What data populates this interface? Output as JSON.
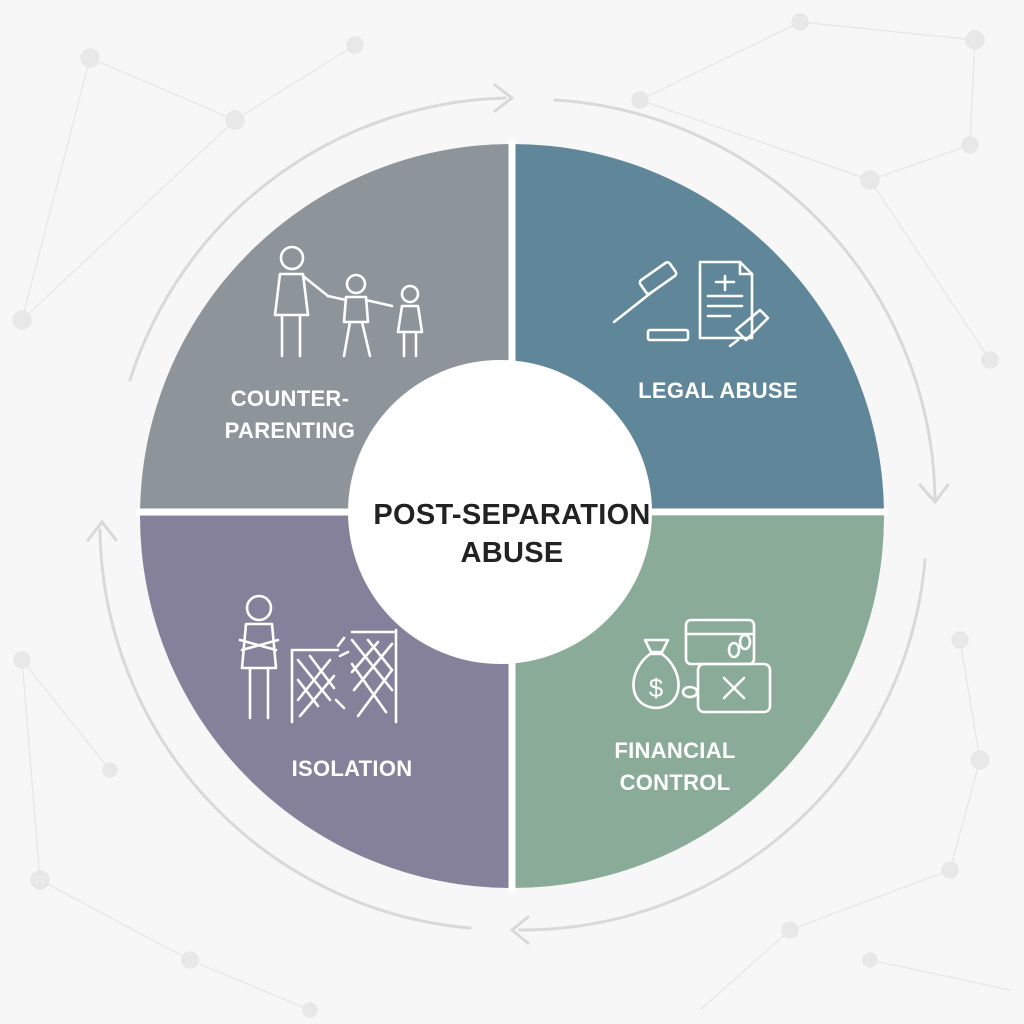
{
  "center": {
    "line1": "POST-SEPARATION",
    "line2": "ABUSE"
  },
  "quadrants": [
    {
      "id": "counter-parenting",
      "line1": "COUNTER-",
      "line2": "PARENTING",
      "color": "#8e959a",
      "icon": "family-icon"
    },
    {
      "id": "legal-abuse",
      "line1": "LEGAL ABUSE",
      "line2": "",
      "color": "#5f8699",
      "icon": "gavel-document-icon"
    },
    {
      "id": "financial-control",
      "line1": "FINANCIAL",
      "line2": "CONTROL",
      "color": "#8aab98",
      "icon": "money-chain-icon"
    },
    {
      "id": "isolation",
      "line1": "ISOLATION",
      "line2": "",
      "color": "#86819a",
      "icon": "person-fence-icon"
    }
  ],
  "colors": {
    "background": "#f7f7f7",
    "ring": "#dcdcdc",
    "center_fill": "#ffffff",
    "center_text": "#222222",
    "quadrant_text": "#ffffff",
    "icon_stroke": "#ffffff"
  }
}
